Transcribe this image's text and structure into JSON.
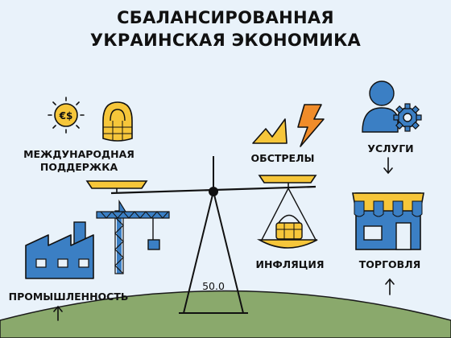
{
  "title": {
    "line1": "СБАЛАНСИРОВАННАЯ",
    "line2": "УКРАИНСКАЯ ЭКОНОМИКА"
  },
  "labels": {
    "support_line1": "МЕЖДУНАРОДНАЯ",
    "support_line2": "ПОДДЕРЖКА",
    "shelling": "ОБСТРЕЛЫ",
    "services": "УСЛУГИ",
    "inflation": "ИНФЛЯЦИЯ",
    "trade": "ТОРГОВЛЯ",
    "industry": "ПРОМЫШЛЕННОСТЬ",
    "balance_value": "50.0"
  },
  "icons": {
    "money_symbols": "€$"
  },
  "colors": {
    "background": "#e9f2fa",
    "accent_blue": "#3b7fc4",
    "accent_yellow": "#f6c63a",
    "accent_orange": "#f08c2a",
    "ground_green": "#8aa96c",
    "ink": "#111111"
  }
}
